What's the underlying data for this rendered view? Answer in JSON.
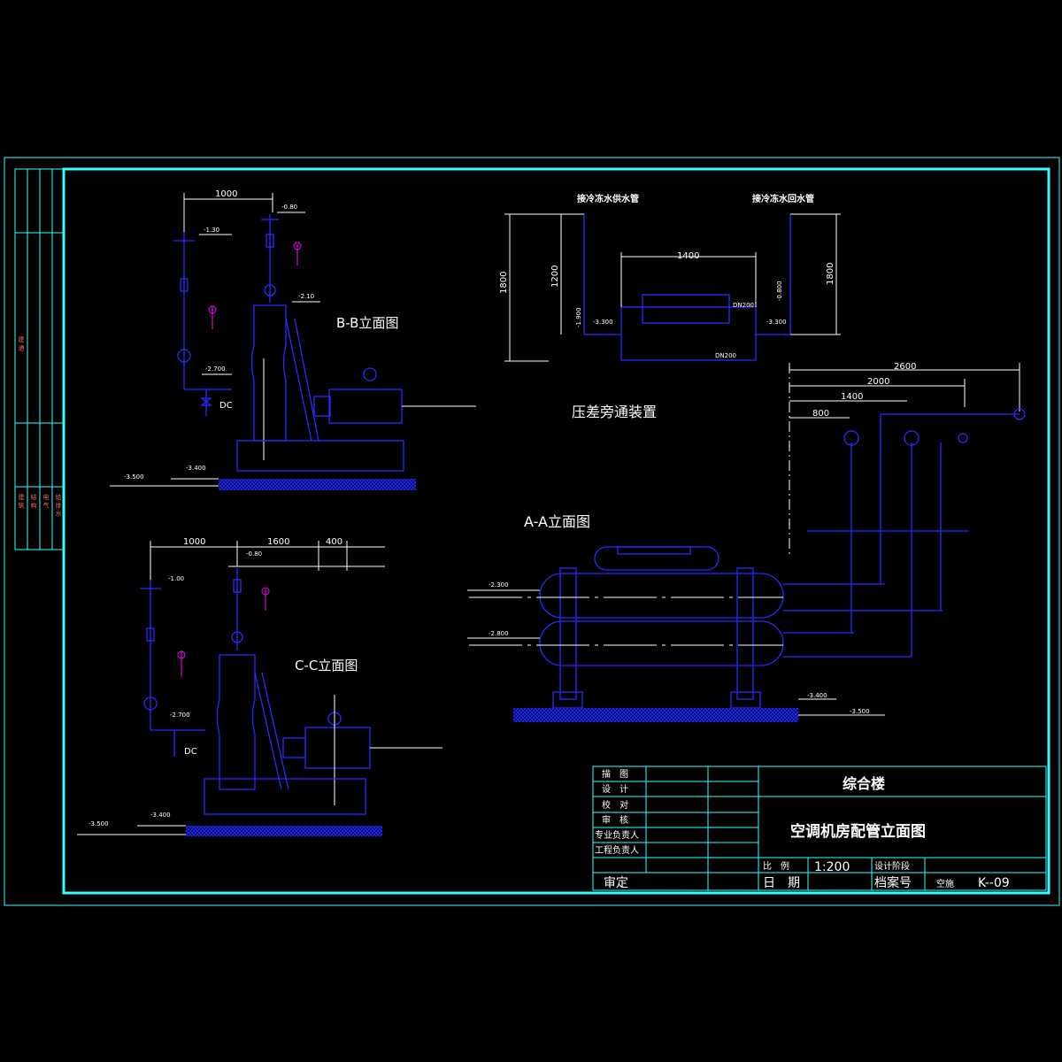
{
  "drawing": {
    "project": "综合楼",
    "sheet_title": "空调机房配管立面图",
    "colors": {
      "border": "#33ffff",
      "equipment": "#2a2aff",
      "dim": "#ffffff",
      "background": "#000000"
    }
  },
  "views": {
    "bb": {
      "label": "B-B立面图",
      "dim_top": "1000",
      "dc": "DC",
      "levels": {
        "l1": "-1.30",
        "l2": "-0.80",
        "l3": "-2.10",
        "l4": "-2.700",
        "l5": "-3.400",
        "l6": "-3.500"
      }
    },
    "cc": {
      "label": "C-C立面图",
      "dc": "DC",
      "dims": {
        "d1": "1000",
        "d2": "1600",
        "d3": "400"
      },
      "levels": {
        "l1": "-1.00",
        "l2": "-0.80",
        "l4": "-2.700",
        "l5": "-3.400",
        "l6": "-3.500"
      }
    },
    "aa": {
      "label": "A-A立面图",
      "dims": {
        "d1": "2600",
        "d2": "2000",
        "d3": "1400",
        "d4": "800"
      },
      "levels": {
        "l1": "-2.300",
        "l2": "-2.800",
        "l3": "-3.400",
        "l4": "-3.500"
      }
    },
    "bypass": {
      "label": "压差旁通装置",
      "supply": "接冷冻水供水管",
      "return": "接冷冻水回水管",
      "dims": {
        "w": "1400",
        "h1": "1800",
        "h2": "1200",
        "h3": "1800"
      },
      "dn1": "DN200",
      "dn2": "DN200",
      "levels": {
        "l1": "-3.300",
        "l2": "-3.300",
        "l3": "-1.900",
        "l4": "-0.800"
      }
    }
  },
  "left_strip": {
    "top": "建 通",
    "bottom": [
      "建 筑",
      "结 构",
      "电 气",
      "给 排 水"
    ]
  },
  "title_block": {
    "rows": [
      "描　图",
      "设　计",
      "校　对",
      "审　核",
      "专业负责人",
      "工程负责人"
    ],
    "approve": "审定",
    "scale_label": "比　例",
    "scale_value": "1:200",
    "date_label": "日　期",
    "stage_label": "设计阶段",
    "file_label": "档案号",
    "discipline": "空施",
    "sheet_no": "K--09"
  }
}
